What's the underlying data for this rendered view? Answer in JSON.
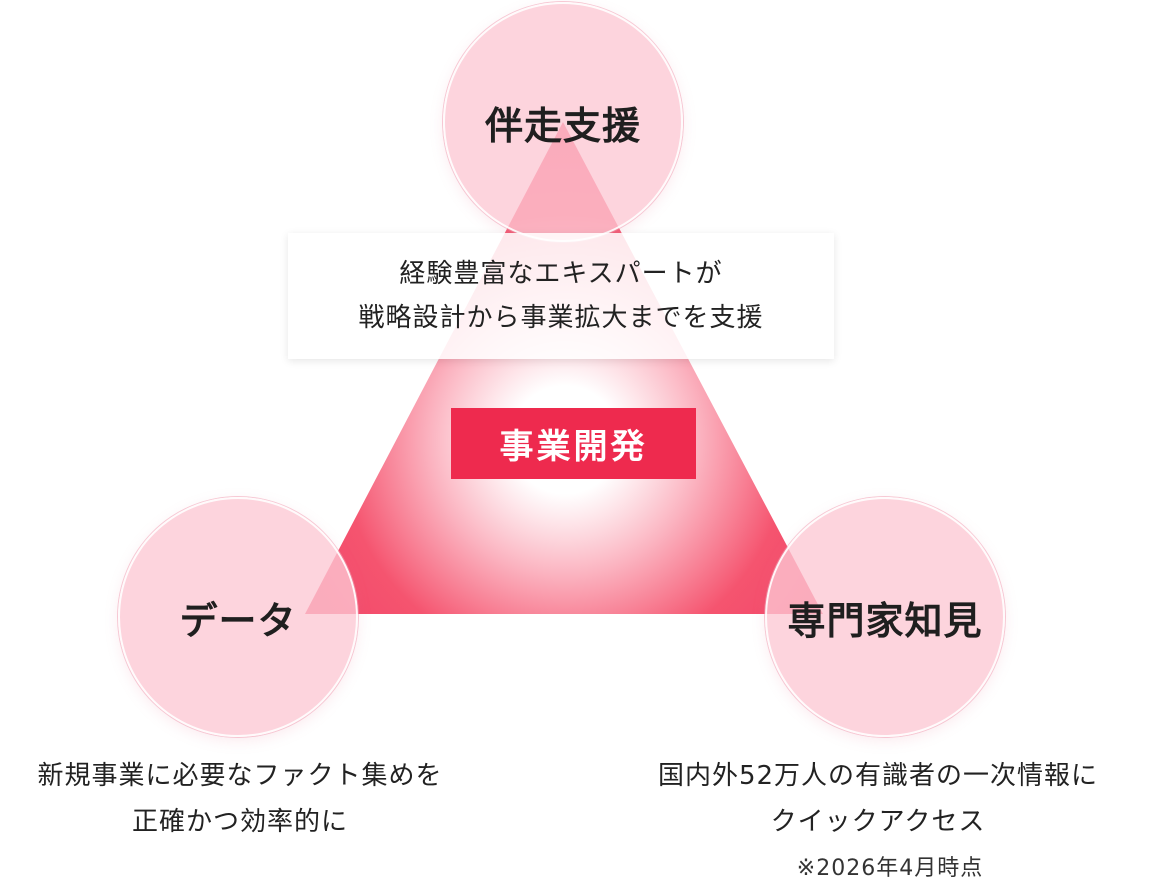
{
  "diagram": {
    "center": {
      "label": "事業開発"
    },
    "nodes": {
      "top": {
        "label": "伴走支援"
      },
      "left": {
        "label": "データ"
      },
      "right": {
        "label": "専門家知見"
      }
    },
    "callout": {
      "lines": [
        "経験豊富なエキスパートが",
        "戦略設計から事業拡大までを支援"
      ]
    },
    "captions": {
      "left": [
        "新規事業に必要なファクト集めを",
        "正確かつ効率的に"
      ],
      "right": [
        "国内外52万人の有識者の一次情報に",
        "クイックアクセス"
      ],
      "note": "※2026年4月時点"
    }
  },
  "colors": {
    "accent": "#ee2a4e",
    "triangle": "#f5546f",
    "node_fill": "#fdc8d4"
  }
}
